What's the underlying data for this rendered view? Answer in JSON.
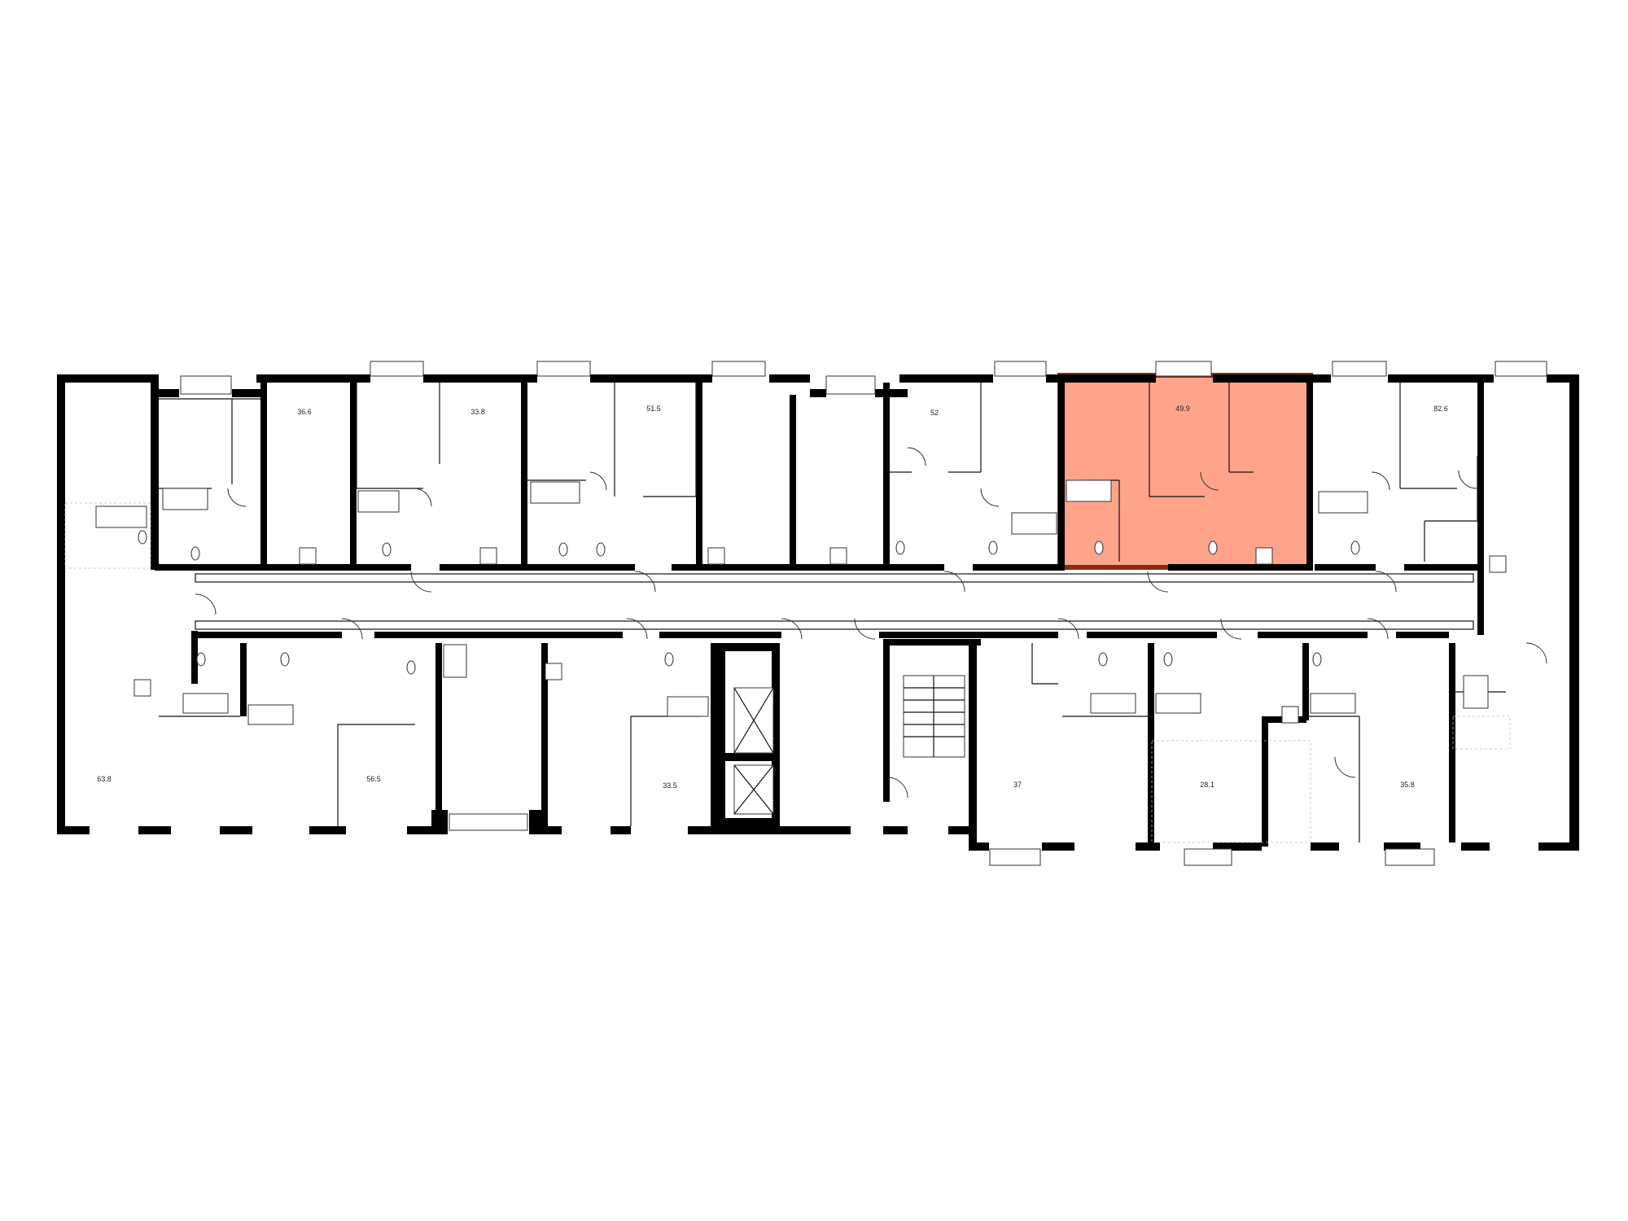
{
  "plan": {
    "highlight_color": "#ffa38a",
    "highlight_border": "#8b2a14",
    "wall_color": "#000000",
    "selected_apartment": "apt-49-9",
    "apartments": [
      {
        "id": "apt-63-8",
        "area": "63.8"
      },
      {
        "id": "apt-36-6",
        "area": "36.6"
      },
      {
        "id": "apt-33-8",
        "area": "33.8"
      },
      {
        "id": "apt-51-5",
        "area": "51.5"
      },
      {
        "id": "apt-52",
        "area": "52"
      },
      {
        "id": "apt-49-9",
        "area": "49.9"
      },
      {
        "id": "apt-82-6",
        "area": "82.6"
      },
      {
        "id": "apt-56-5",
        "area": "56.5"
      },
      {
        "id": "apt-33-5",
        "area": "33.5"
      },
      {
        "id": "apt-37",
        "area": "37"
      },
      {
        "id": "apt-28-1",
        "area": "28.1"
      },
      {
        "id": "apt-35-8",
        "area": "35.8"
      }
    ]
  }
}
